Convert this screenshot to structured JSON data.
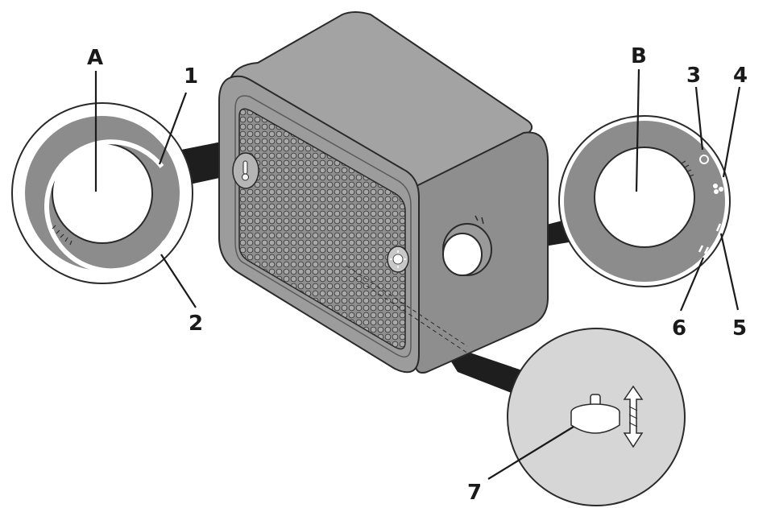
{
  "labels": {
    "A": "A",
    "B": "B",
    "n1": "1",
    "n2": "2",
    "n3": "3",
    "n4": "4",
    "n5": "5",
    "n6": "6",
    "n7": "7"
  },
  "icons": {
    "thermostat_knob": "thermometer-icon",
    "function_knob": "mode-selector-icon",
    "fan_symbol": "fan-icon",
    "power_indicator": "sun-icon",
    "tip_over_switch": "tip-over-switch-icon",
    "double_arrow": "up-down-arrow-icon"
  },
  "colors": {
    "housing": "#9a9a9a",
    "housing_dark": "#6f6f6f",
    "housing_light": "#b9b9b9",
    "ring": "#8c8c8c",
    "zoom_fill": "#d6d6d6",
    "outline": "#2a2a2a",
    "callout_wedge": "#1e1e1e"
  }
}
